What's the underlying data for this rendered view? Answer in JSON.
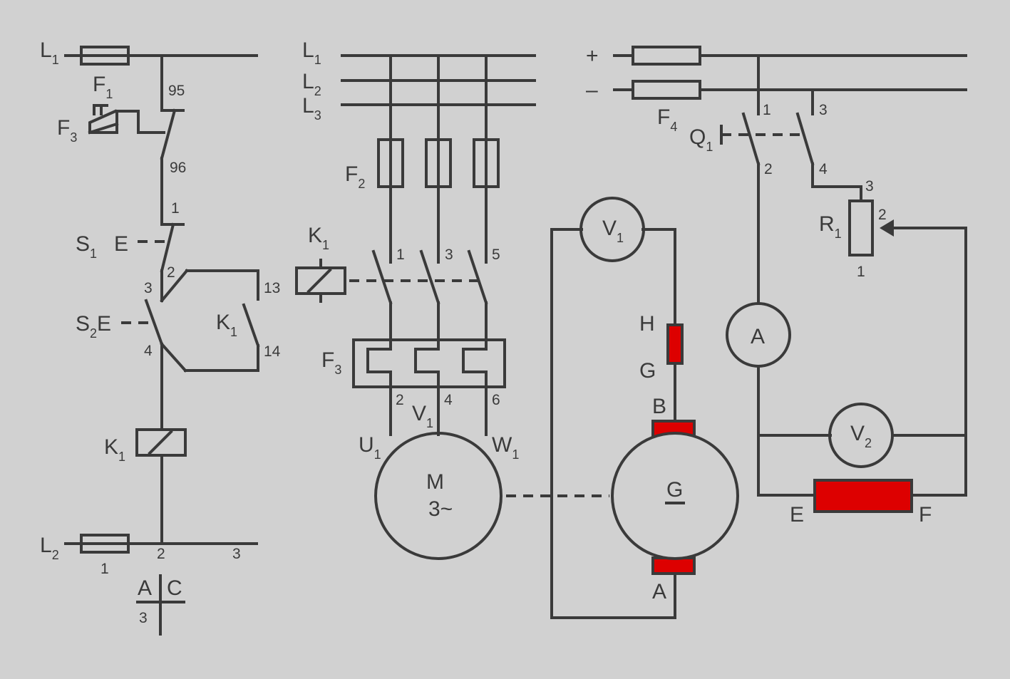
{
  "left": {
    "L1": "L",
    "L1_sub": "1",
    "F1": "F",
    "F1_sub": "1",
    "F3": "F",
    "F3_sub": "3",
    "n95": "95",
    "n96": "96",
    "n1": "1",
    "S1": "S",
    "S1_sub": "1",
    "E1": "E",
    "n2": "2",
    "n3": "3",
    "n13": "13",
    "S2": "S",
    "S2_sub": "2",
    "E2": "E",
    "K1c": "K",
    "K1c_sub": "1",
    "n4": "4",
    "n14": "14",
    "K1": "K",
    "K1_sub": "1",
    "L2": "L",
    "L2_sub": "2",
    "b1": "1",
    "b2": "2",
    "b3": "3",
    "A": "A",
    "C": "C",
    "c3": "3"
  },
  "middle": {
    "L1": "L",
    "L1_sub": "1",
    "L2": "L",
    "L2_sub": "2",
    "L3": "L",
    "L3_sub": "3",
    "F2": "F",
    "F2_sub": "2",
    "K1": "K",
    "K1_sub": "1",
    "t1": "1",
    "t3": "3",
    "t5": "5",
    "F3": "F",
    "F3_sub": "3",
    "t2": "2",
    "t4": "4",
    "t6": "6",
    "U1": "U",
    "U1_sub": "1",
    "V1": "V",
    "V1_sub": "1",
    "W1": "W",
    "W1_sub": "1",
    "motor_M": "M",
    "motor_3": "3~"
  },
  "generator": {
    "V1": "V",
    "V1_sub": "1",
    "H": "H",
    "G_term": "G",
    "B": "B",
    "A": "A",
    "G": "G"
  },
  "right": {
    "plus": "+",
    "minus": "–",
    "F4": "F",
    "F4_sub": "4",
    "Q1": "Q",
    "Q1_sub": "1",
    "q1": "1",
    "q2": "2",
    "q3": "3",
    "q4": "4",
    "R1": "R",
    "R1_sub": "1",
    "r3": "3",
    "r2": "2",
    "r1": "1",
    "A": "A",
    "V2": "V",
    "V2_sub": "2",
    "E": "E",
    "F": "F"
  },
  "colors": {
    "wire": "#3a3a3a",
    "field": "#dd0000",
    "background": "#d1d1d1"
  }
}
